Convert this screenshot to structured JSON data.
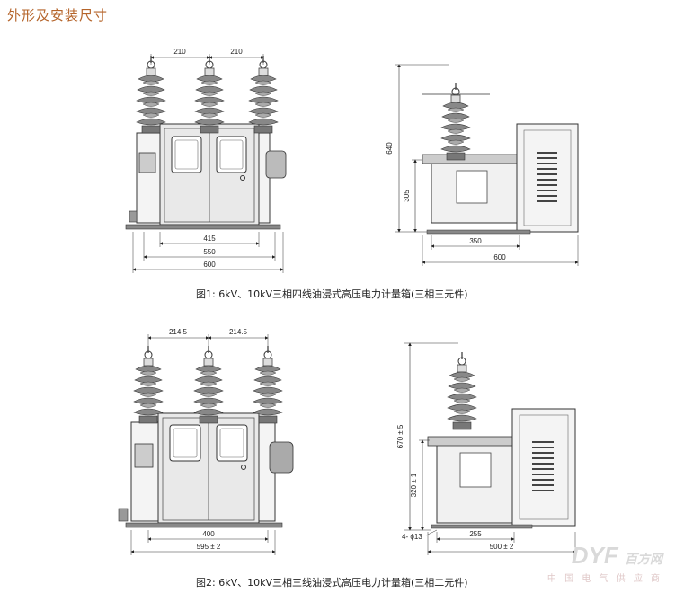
{
  "header": {
    "title": "外形及安装尺寸"
  },
  "figure1": {
    "caption": "图1: 6kV、10kV三相四线油浸式高压电力计量箱(三相三元件)",
    "front": {
      "dim_top_left": "210",
      "dim_top_right": "210",
      "dim_415": "415",
      "dim_550": "550",
      "dim_600": "600"
    },
    "side": {
      "dim_640": "640",
      "dim_305": "305",
      "dim_350": "350",
      "dim_600": "600"
    }
  },
  "figure2": {
    "caption": "图2: 6kV、10kV三相三线油浸式高压电力计量箱(三相二元件)",
    "front": {
      "dim_top_left": "214.5",
      "dim_top_right": "214.5",
      "dim_400": "400",
      "dim_595": "595 ± 2"
    },
    "side": {
      "dim_670": "670 ± 5",
      "dim_320": "320 ± 1",
      "dim_holes": "4- ϕ13",
      "dim_255": "255",
      "dim_500": "500 ± 2"
    }
  },
  "watermark": {
    "logo": "DYF",
    "cn_logo": "百方网",
    "subtitle": "中 国 电 气 供 应 商"
  }
}
